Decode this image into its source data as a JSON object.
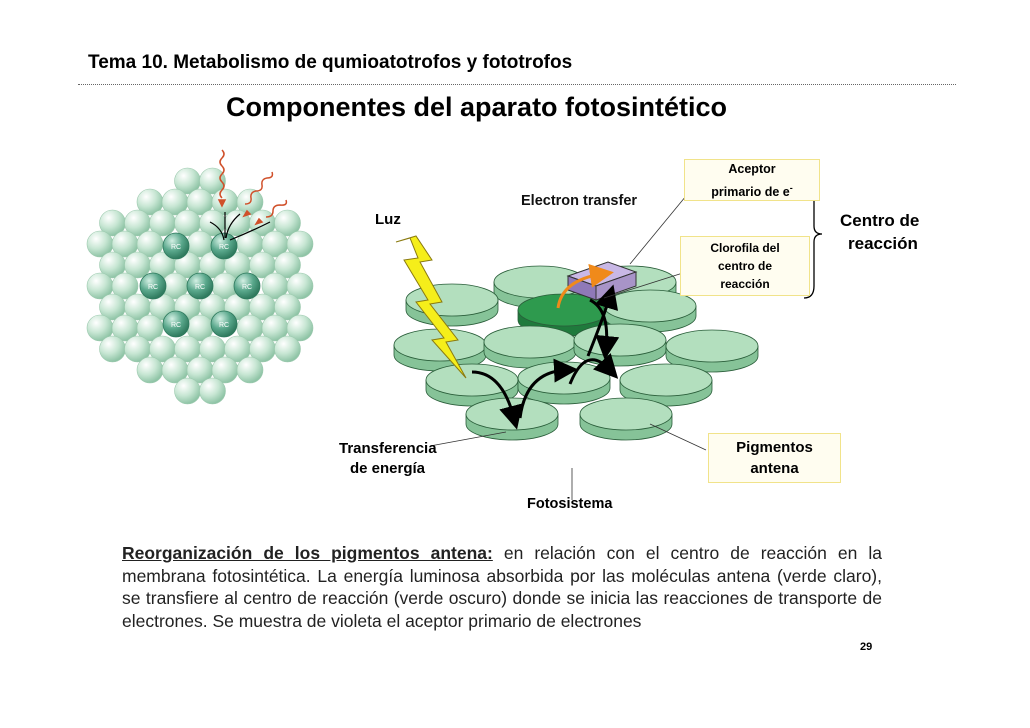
{
  "header": {
    "title": "Tema 10. Metabolismo de qumioatotrofos y fototrofos"
  },
  "slide": {
    "title": "Componentes del aparato fotosintético"
  },
  "diagram": {
    "label_luz": "Luz",
    "label_electron_transfer": "Electron transfer",
    "label_transferencia_line1": "Transferencia",
    "label_transferencia_line2": "de energía",
    "label_fotosistema": "Fotosistema",
    "label_centro_line1": "Centro de",
    "label_centro_line2": "reacción",
    "box_aceptor_line1": "Aceptor",
    "box_aceptor_line2": "primario de e",
    "box_aceptor_sup": "-",
    "box_clorofila_line1": "Clorofila del",
    "box_clorofila_line2": "centro de",
    "box_clorofila_line3": "reacción",
    "box_pigmentos_line1": "Pigmentos",
    "box_pigmentos_line2": "antena",
    "rc_label": "RC",
    "colors": {
      "antenna": "#a8d8b0",
      "reaction_center": "#2e9a4e",
      "acceptor": "#a894c8",
      "lightning": "#f5ee1a",
      "sphere": "#c7e6d3",
      "rc_sphere": "#5aa88c"
    }
  },
  "caption": {
    "lead": "Reorganización de los pigmentos antena:",
    "body": " en relación con el centro de reacción en la membrana fotosintética. La energía luminosa absorbida por las moléculas antena (verde claro), se transfiere al centro de reacción (verde oscuro)  donde se inicia las reacciones de transporte de electrones. Se muestra de violeta el aceptor primario de electrones"
  },
  "page_number": "29"
}
